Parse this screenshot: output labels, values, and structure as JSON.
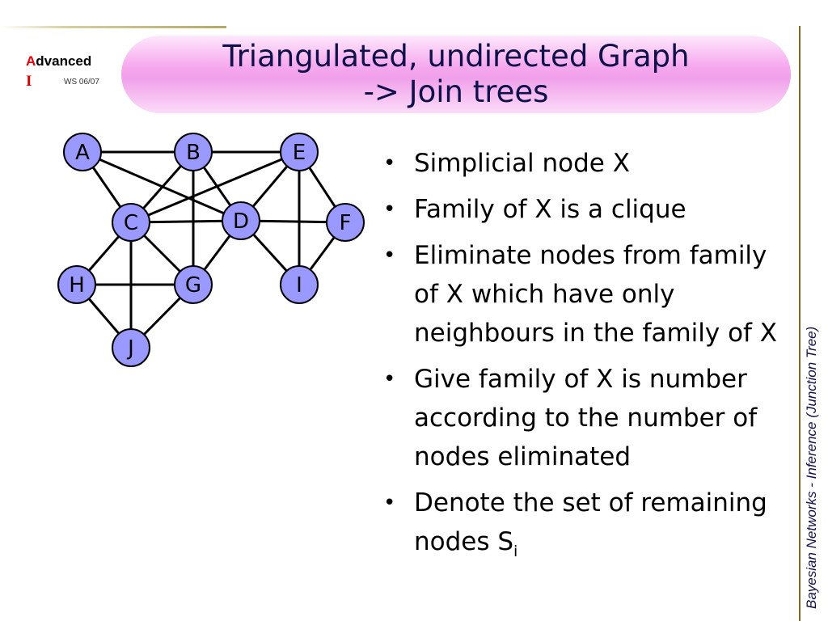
{
  "logo": {
    "initial": "A",
    "rest": "dvanced",
    "second_line": "I",
    "semester": "WS 06/07"
  },
  "title": {
    "line1": "Triangulated, undirected Graph",
    "line2": "-> Join trees"
  },
  "graph": {
    "nodes": [
      {
        "id": "A",
        "label": "A"
      },
      {
        "id": "B",
        "label": "B"
      },
      {
        "id": "E",
        "label": "E"
      },
      {
        "id": "C",
        "label": "C"
      },
      {
        "id": "D",
        "label": "D"
      },
      {
        "id": "F",
        "label": "F"
      },
      {
        "id": "H",
        "label": "H"
      },
      {
        "id": "G",
        "label": "G"
      },
      {
        "id": "I",
        "label": "I"
      },
      {
        "id": "J",
        "label": "J"
      }
    ],
    "edges": [
      [
        "A",
        "B"
      ],
      [
        "B",
        "E"
      ],
      [
        "A",
        "C"
      ],
      [
        "A",
        "D"
      ],
      [
        "B",
        "C"
      ],
      [
        "B",
        "D"
      ],
      [
        "B",
        "G"
      ],
      [
        "C",
        "E"
      ],
      [
        "D",
        "E"
      ],
      [
        "E",
        "F"
      ],
      [
        "E",
        "I"
      ],
      [
        "C",
        "D"
      ],
      [
        "D",
        "F"
      ],
      [
        "F",
        "I"
      ],
      [
        "D",
        "I"
      ],
      [
        "C",
        "H"
      ],
      [
        "C",
        "G"
      ],
      [
        "C",
        "J"
      ],
      [
        "D",
        "G"
      ],
      [
        "H",
        "G"
      ],
      [
        "H",
        "J"
      ],
      [
        "G",
        "J"
      ]
    ],
    "node_fill": "#9999ff",
    "edge_color": "#000000"
  },
  "bullets": [
    {
      "text": "Simplicial node X"
    },
    {
      "text": "Family of X is a clique"
    },
    {
      "text": "Eliminate nodes from family of X which have only neighbours in the family of X"
    },
    {
      "text": "Give family of X is number according to the number of nodes eliminated"
    },
    {
      "text": "Denote the set of remaining nodes S",
      "subscript": "i"
    }
  ],
  "bullet_symbol": "•",
  "side_text": "Bayesian Networks  - Inference (Junction Tree)",
  "colors": {
    "title_gradient": "#f0a0ea",
    "title_text": "#10104a",
    "logo_red": "#e8000a",
    "border": "#7a6a2a"
  }
}
